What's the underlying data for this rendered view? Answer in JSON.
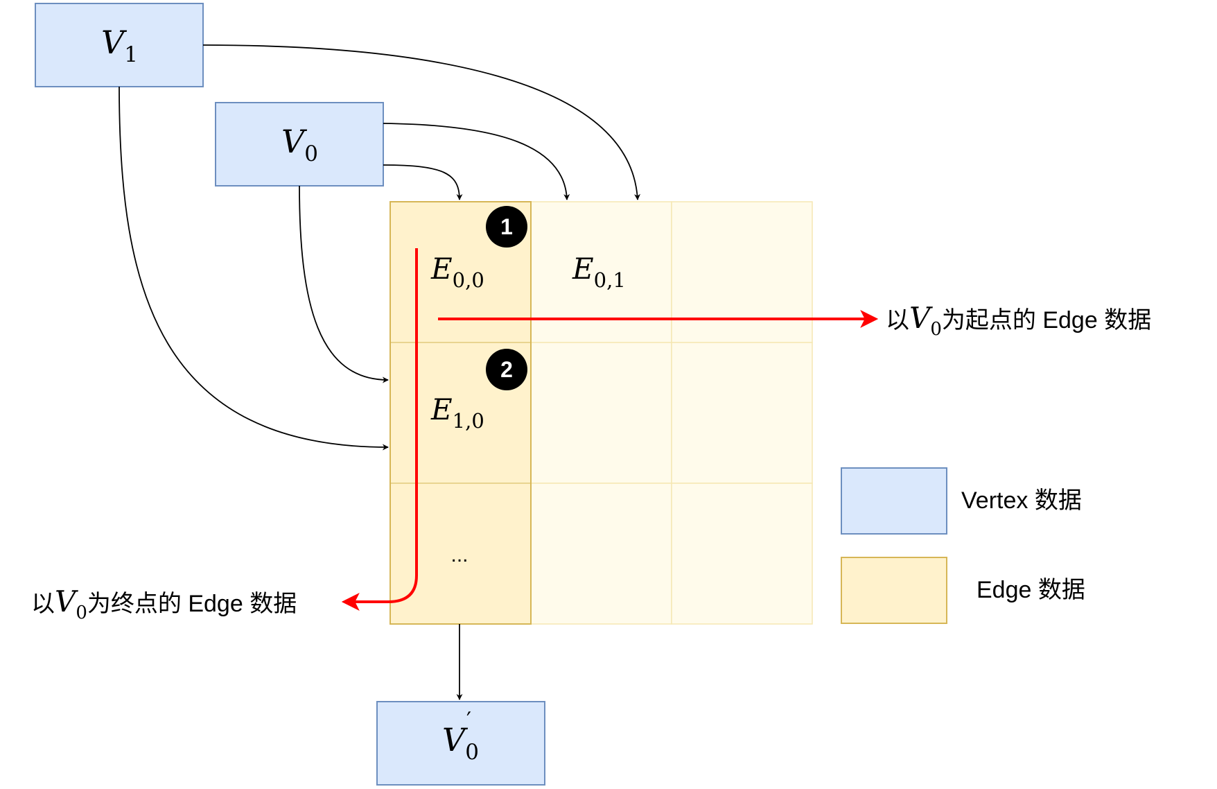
{
  "vertices": {
    "v1": {
      "name": "V",
      "sub": "1"
    },
    "v0": {
      "name": "V",
      "sub": "0"
    },
    "v0_prime": {
      "name": "V",
      "sub": "0",
      "prime": "′"
    }
  },
  "grid": {
    "cells": {
      "e00": {
        "name": "E",
        "sub": "0,0"
      },
      "e01": {
        "name": "E",
        "sub": "0,1"
      },
      "e10": {
        "name": "E",
        "sub": "1,0"
      },
      "ellipsis": "..."
    },
    "badges": {
      "b1": "1",
      "b2": "2"
    }
  },
  "annotations": {
    "out_edges": {
      "prefix": "以",
      "var": "V",
      "sub": "0",
      "suffix": "为起点的 Edge 数据"
    },
    "in_edges": {
      "prefix": "以",
      "var": "V",
      "sub": "0",
      "suffix": "为终点的 Edge 数据"
    }
  },
  "legend": {
    "vertex_label": "Vertex 数据",
    "edge_label": "Edge 数据"
  },
  "colors": {
    "vertex_fill": "#dae8fc",
    "vertex_stroke": "#6c8ebf",
    "edge_fill": "#fff2cc",
    "edge_stroke": "#d6b656",
    "edge_faded_fill": "#fffbeb",
    "edge_faded_stroke": "#f5e7b3",
    "highlight": "#ff0000"
  }
}
